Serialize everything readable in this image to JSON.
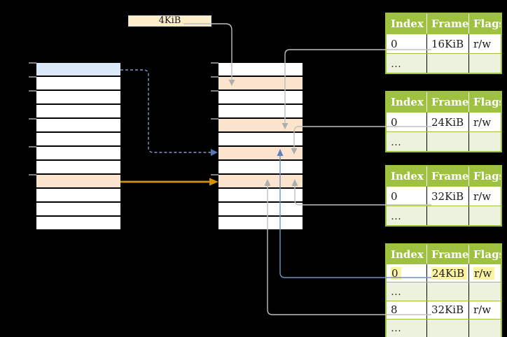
{
  "labels": {
    "page_size": "4KiB"
  },
  "page_tables": {
    "level2": {
      "rows": 12,
      "blue_row_index": 0,
      "peach_row_indices": [
        8
      ],
      "tick_row_offsets": [
        0,
        1,
        2,
        4,
        6,
        8
      ]
    },
    "level1": {
      "rows": 12,
      "peach_row_indices": [
        1,
        4,
        6,
        8
      ],
      "tick_row_offsets": [
        0,
        1,
        2,
        4,
        8
      ]
    }
  },
  "frame_tables": [
    {
      "headers": [
        "Index",
        "Frame",
        "Flags"
      ],
      "rows": [
        {
          "cells": [
            "0",
            "16KiB",
            "r/w"
          ],
          "shaded": false,
          "highlighted": false
        },
        {
          "cells": [
            "…",
            "",
            ""
          ],
          "shaded": true,
          "highlighted": false
        }
      ]
    },
    {
      "headers": [
        "Index",
        "Frame",
        "Flags"
      ],
      "rows": [
        {
          "cells": [
            "0",
            "24KiB",
            "r/w"
          ],
          "shaded": false,
          "highlighted": false
        },
        {
          "cells": [
            "…",
            "",
            ""
          ],
          "shaded": true,
          "highlighted": false
        }
      ]
    },
    {
      "headers": [
        "Index",
        "Frame",
        "Flags"
      ],
      "rows": [
        {
          "cells": [
            "0",
            "32KiB",
            "r/w"
          ],
          "shaded": false,
          "highlighted": false
        },
        {
          "cells": [
            "…",
            "",
            ""
          ],
          "shaded": true,
          "highlighted": false
        }
      ]
    },
    {
      "headers": [
        "Index",
        "Frame",
        "Flags"
      ],
      "rows": [
        {
          "cells": [
            "0",
            "24KiB",
            "r/w"
          ],
          "shaded": false,
          "highlighted": true
        },
        {
          "cells": [
            "…",
            "",
            ""
          ],
          "shaded": true,
          "highlighted": false
        },
        {
          "cells": [
            "8",
            "32KiB",
            "r/w"
          ],
          "shaded": false,
          "highlighted": false
        },
        {
          "cells": [
            "…",
            "",
            ""
          ],
          "shaded": true,
          "highlighted": false
        }
      ]
    }
  ],
  "colors": {
    "header_green": "#9ec13f",
    "row_light_green": "#ecf2de",
    "row_peach": "#fbe4cd",
    "row_blue": "#dbe8f8",
    "label_cream": "#fceec9",
    "highlight_yellow": "#fbf3a0",
    "line_gray": "#bfbfbf",
    "line_blue": "#7291c4",
    "dashed_blue": "#7e9bd0",
    "arrow_orange": "#d29200"
  }
}
